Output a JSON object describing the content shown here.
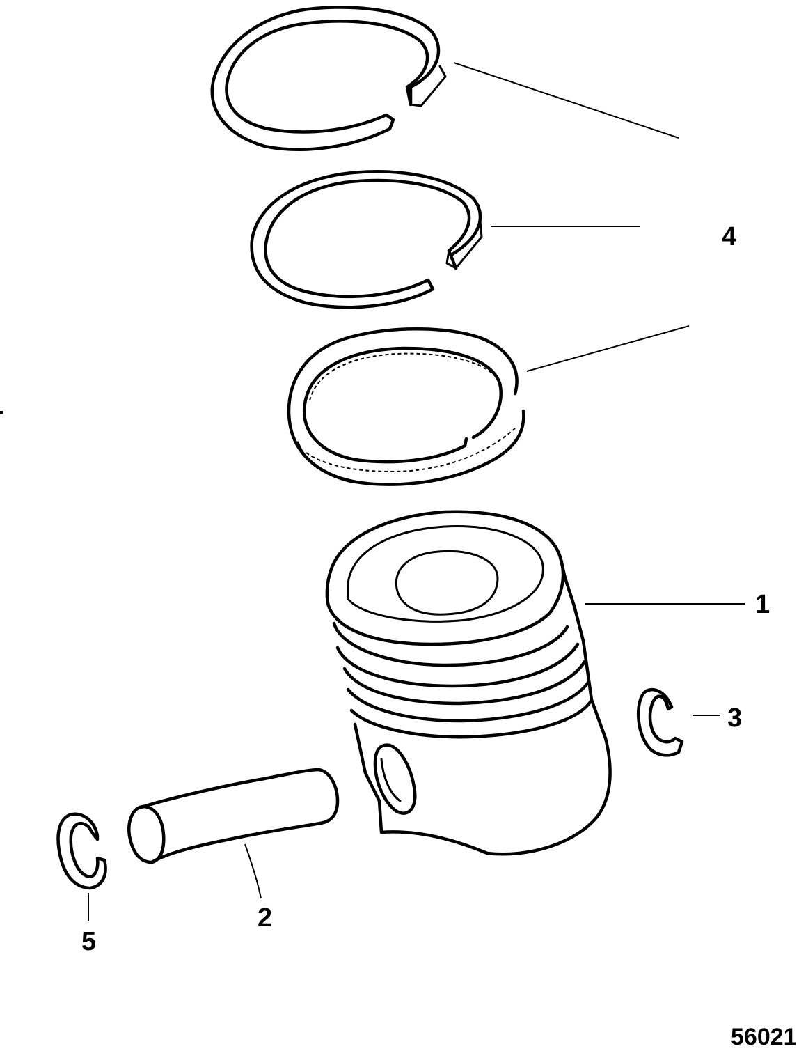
{
  "callouts": {
    "piston": "1",
    "piston_pin": "2",
    "retaining_ring_right": "3",
    "piston_rings": "4",
    "retaining_ring_left": "5"
  },
  "figure_number": "56021"
}
